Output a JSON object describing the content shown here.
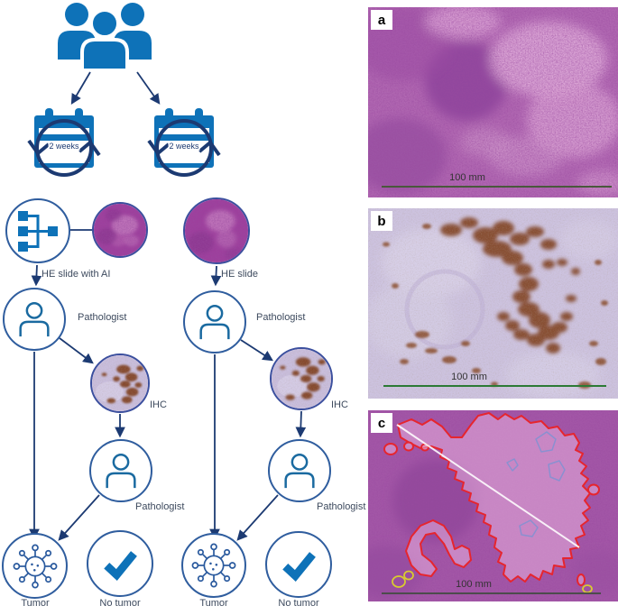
{
  "flowchart": {
    "schedule_left": "2 weeks",
    "schedule_right": "2 weeks",
    "ai_branch": {
      "slide": "HE slide with AI",
      "pathologist_1": "Pathologist",
      "ihc": "IHC",
      "pathologist_2": "Pathologist",
      "tumor": "Tumor",
      "no_tumor": "No tumor"
    },
    "routine_branch": {
      "slide": "HE slide",
      "pathologist_1": "Pathologist",
      "ihc": "IHC",
      "pathologist_2": "Pathologist",
      "tumor": "Tumor",
      "no_tumor": "No tumor"
    },
    "icons": [
      "people-group-icon",
      "calendar-cycle-icon",
      "ai-algorithm-icon",
      "person-icon",
      "virus-icon",
      "checkmark-icon"
    ]
  },
  "panels": [
    {
      "label": "a",
      "scale": "100 mm"
    },
    {
      "label": "b",
      "scale": "100 mm"
    },
    {
      "label": "c",
      "scale": "100 mm"
    }
  ],
  "colors": {
    "primary_blue": "#0e72b8",
    "navy": "#1c3a72",
    "circle_outline": "#2f5d9e",
    "he_stain_purple": "#a75aab",
    "ihc_brown": "#7b3a17",
    "annotation_red": "#e6252e",
    "annotation_yellow": "#d8cb2f",
    "annotation_blue": "#8a90d0"
  }
}
